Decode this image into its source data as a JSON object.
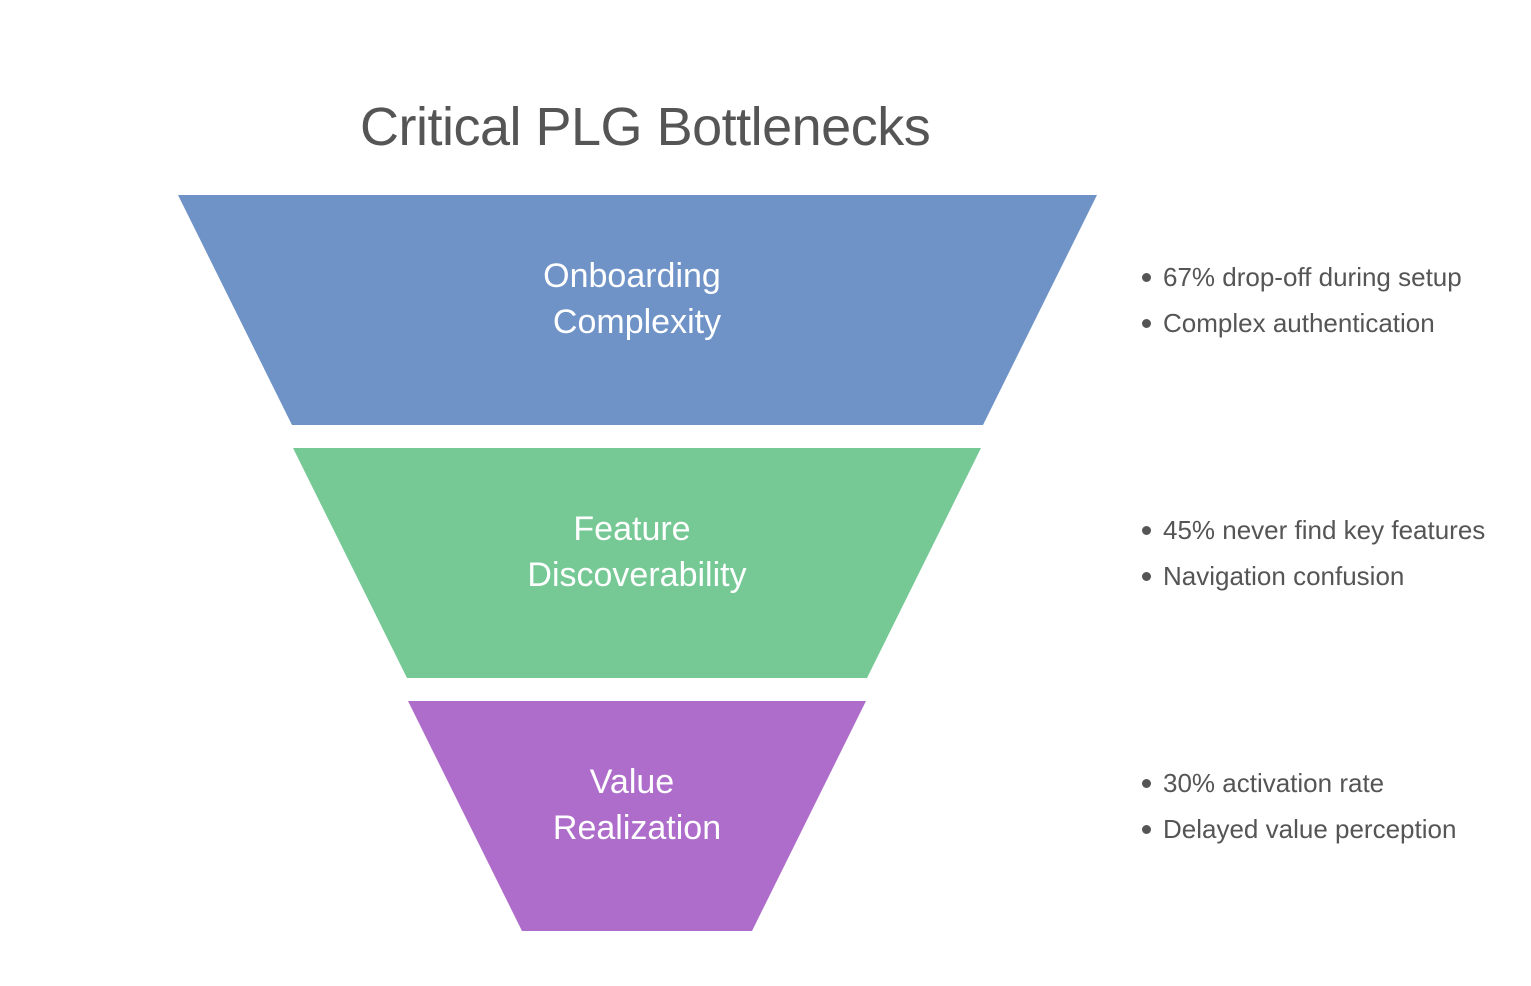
{
  "title": "Critical PLG Bottlenecks",
  "stages": [
    {
      "label_lines": [
        "Onboarding",
        "Complexity"
      ],
      "color": "#6F93C7",
      "notes": [
        "67% drop-off during setup",
        "Complex authentication"
      ]
    },
    {
      "label_lines": [
        "Feature",
        "Discoverability"
      ],
      "color": "#76C995",
      "notes": [
        "45% never find key features",
        "Navigation confusion"
      ]
    },
    {
      "label_lines": [
        "Value",
        "Realization"
      ],
      "color": "#AE6DCA",
      "notes": [
        "30% activation rate",
        "Delayed value perception"
      ]
    }
  ]
}
